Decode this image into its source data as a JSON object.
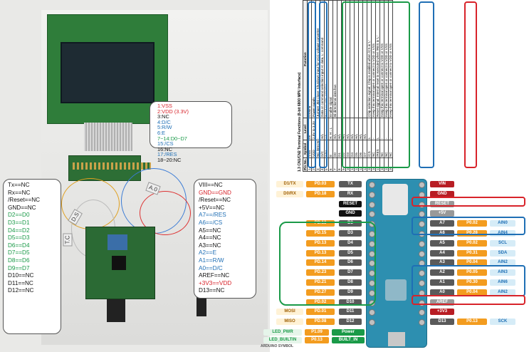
{
  "callouts": {
    "lcd": [
      "1:VSS",
      "2:VDD (3.3V)",
      "3:NC",
      "4:D/C",
      "5:R/W",
      "6:E",
      "7~14:D0~D7",
      "15:/CS",
      "16:NC",
      "17:/RES",
      "18~20:NC"
    ],
    "left": [
      "Tx==NC",
      "Rx==NC",
      "/Reset==NC",
      "GND==NC",
      "D2==D0",
      "D3==D1",
      "D4==D2",
      "D5==D3",
      "D6==D4",
      "D7==D5",
      "D8==D6",
      "D9==D7",
      "D10==NC",
      "D11==NC",
      "D12==NC"
    ],
    "right": [
      "VIII==NC",
      "GND==GND",
      "/Reset==NC",
      "+5V==NC",
      "A7==/RES",
      "A6==/CS",
      "A5==NC",
      "A4==NC",
      "A3==NC",
      "A2==E",
      "A1==R/W",
      "A0==D/C",
      "AREF==NC",
      "+3V3==VDD",
      "D13==NC"
    ]
  },
  "photo_labels": [
    "A.0",
    "D.S",
    "T.C"
  ],
  "table": {
    "title": "1.3 CN1/CN2 Terminal Functions (8-bit 6800 MPU Interface)",
    "headers": [
      "Pin No.",
      "Symbol",
      "Level",
      "Function"
    ],
    "rows": [
      [
        "1",
        "VSS",
        "0V",
        "Ground"
      ],
      [
        "2",
        "VDD",
        "2.8V to 3.3V",
        "Power supply"
      ],
      [
        "3",
        "NC /BSCN",
        "-",
        "Jumper J50 close: Shutdown input for VCC voltage converter"
      ],
      [
        "4",
        "D/C",
        "H/L",
        "Data or command selection input H: data, L: command"
      ],
      [
        "5",
        "R/W",
        "H/L",
        "Read or write selection"
      ],
      [
        "6",
        "E",
        "H, H→L",
        "Enable signal"
      ],
      [
        "7",
        "D0",
        "H/L",
        "Bi-directional data bus"
      ],
      [
        "8",
        "D1",
        "H/L",
        ""
      ],
      [
        "9",
        "D2",
        "H/L",
        ""
      ],
      [
        "10",
        "D3",
        "H/L",
        ""
      ],
      [
        "11",
        "D4",
        "H/L",
        ""
      ],
      [
        "12",
        "D5",
        "H/L",
        ""
      ],
      [
        "13",
        "D6",
        "H/L",
        ""
      ],
      [
        "14",
        "D7",
        "H/L",
        ""
      ],
      [
        "15",
        "/CS",
        "L",
        "Chip selection signal: Chip is enabled when /CS is 'L'"
      ],
      [
        "16",
        "NC",
        "-",
        "Keep this terminal open or connect to VDD or VSS"
      ],
      [
        "17",
        "/RES",
        "L",
        "Reset signal: Internal reset is executed when /RES is 'L'"
      ],
      [
        "18",
        "NC",
        "-",
        "Keep this terminal open or connect to VDD or VSS"
      ],
      [
        "19",
        "NC",
        "-",
        "Keep this terminal open or connect to VDD or VSS"
      ],
      [
        "20",
        "NC",
        "-",
        "Keep this terminal open or connect to VDD or VSS"
      ]
    ]
  },
  "pinout": {
    "left": [
      {
        "a": "TX",
        "b": "PD.03",
        "c": "D1/TX"
      },
      {
        "a": "RX",
        "b": "PD.18",
        "c": "D0/RX"
      },
      {
        "a": "RESET",
        "b": "",
        "c": ""
      },
      {
        "a": "GND",
        "b": "",
        "c": ""
      },
      {
        "a": "D2",
        "b": "PD.13",
        "c": ""
      },
      {
        "a": "D3",
        "b": "PD.15",
        "c": ""
      },
      {
        "a": "D4",
        "b": "PD.13",
        "c": ""
      },
      {
        "a": "D5",
        "b": "PD.13",
        "c": ""
      },
      {
        "a": "D6",
        "b": "PD.14",
        "c": ""
      },
      {
        "a": "D7",
        "b": "PD.23",
        "c": ""
      },
      {
        "a": "D8",
        "b": "PD.21",
        "c": ""
      },
      {
        "a": "D9",
        "b": "PD.27",
        "c": ""
      },
      {
        "a": "D10",
        "b": "PD.02",
        "c": ""
      },
      {
        "a": "D11",
        "b": "PD.01",
        "c": "MOSI"
      },
      {
        "a": "D12",
        "b": "PD.08",
        "c": "MISO"
      }
    ],
    "right": [
      {
        "a": "VIN",
        "b": "",
        "c": ""
      },
      {
        "a": "GND",
        "b": "",
        "c": ""
      },
      {
        "a": "RESET",
        "b": "",
        "c": ""
      },
      {
        "a": "+5V",
        "b": "",
        "c": ""
      },
      {
        "a": "A7",
        "b": "P0.02",
        "c": "AIN0"
      },
      {
        "a": "A6",
        "b": "P0.28",
        "c": "AIN4"
      },
      {
        "a": "A5",
        "b": "P0.02",
        "c": "SCL"
      },
      {
        "a": "A4",
        "b": "P0.31",
        "c": "SDA"
      },
      {
        "a": "A3",
        "b": "P0.04",
        "c": "AIN2"
      },
      {
        "a": "A2",
        "b": "P0.05",
        "c": "AIN3"
      },
      {
        "a": "A1",
        "b": "P0.30",
        "c": "AIN6"
      },
      {
        "a": "A0",
        "b": "P0.04",
        "c": "AIN2"
      },
      {
        "a": "AREF",
        "b": "",
        "c": ""
      },
      {
        "a": "+3V3",
        "b": "",
        "c": ""
      },
      {
        "a": "D13",
        "b": "P0.13",
        "c": "SCK"
      }
    ],
    "bottom": [
      {
        "a": "Power",
        "b": "P1.09",
        "c": "LED_PWR"
      },
      {
        "a": "BUILT_IN",
        "b": "P0.13",
        "c": "LED_BUILTIN"
      }
    ],
    "legend_title": "ARDUINO SYMBOL"
  },
  "colors": {
    "red": "#d8232a",
    "blue": "#1f6fb5",
    "green": "#1a9a48",
    "orange": "#f39c1f",
    "pin_red": "#b81d24",
    "pin_gray": "#5a5a5a"
  }
}
